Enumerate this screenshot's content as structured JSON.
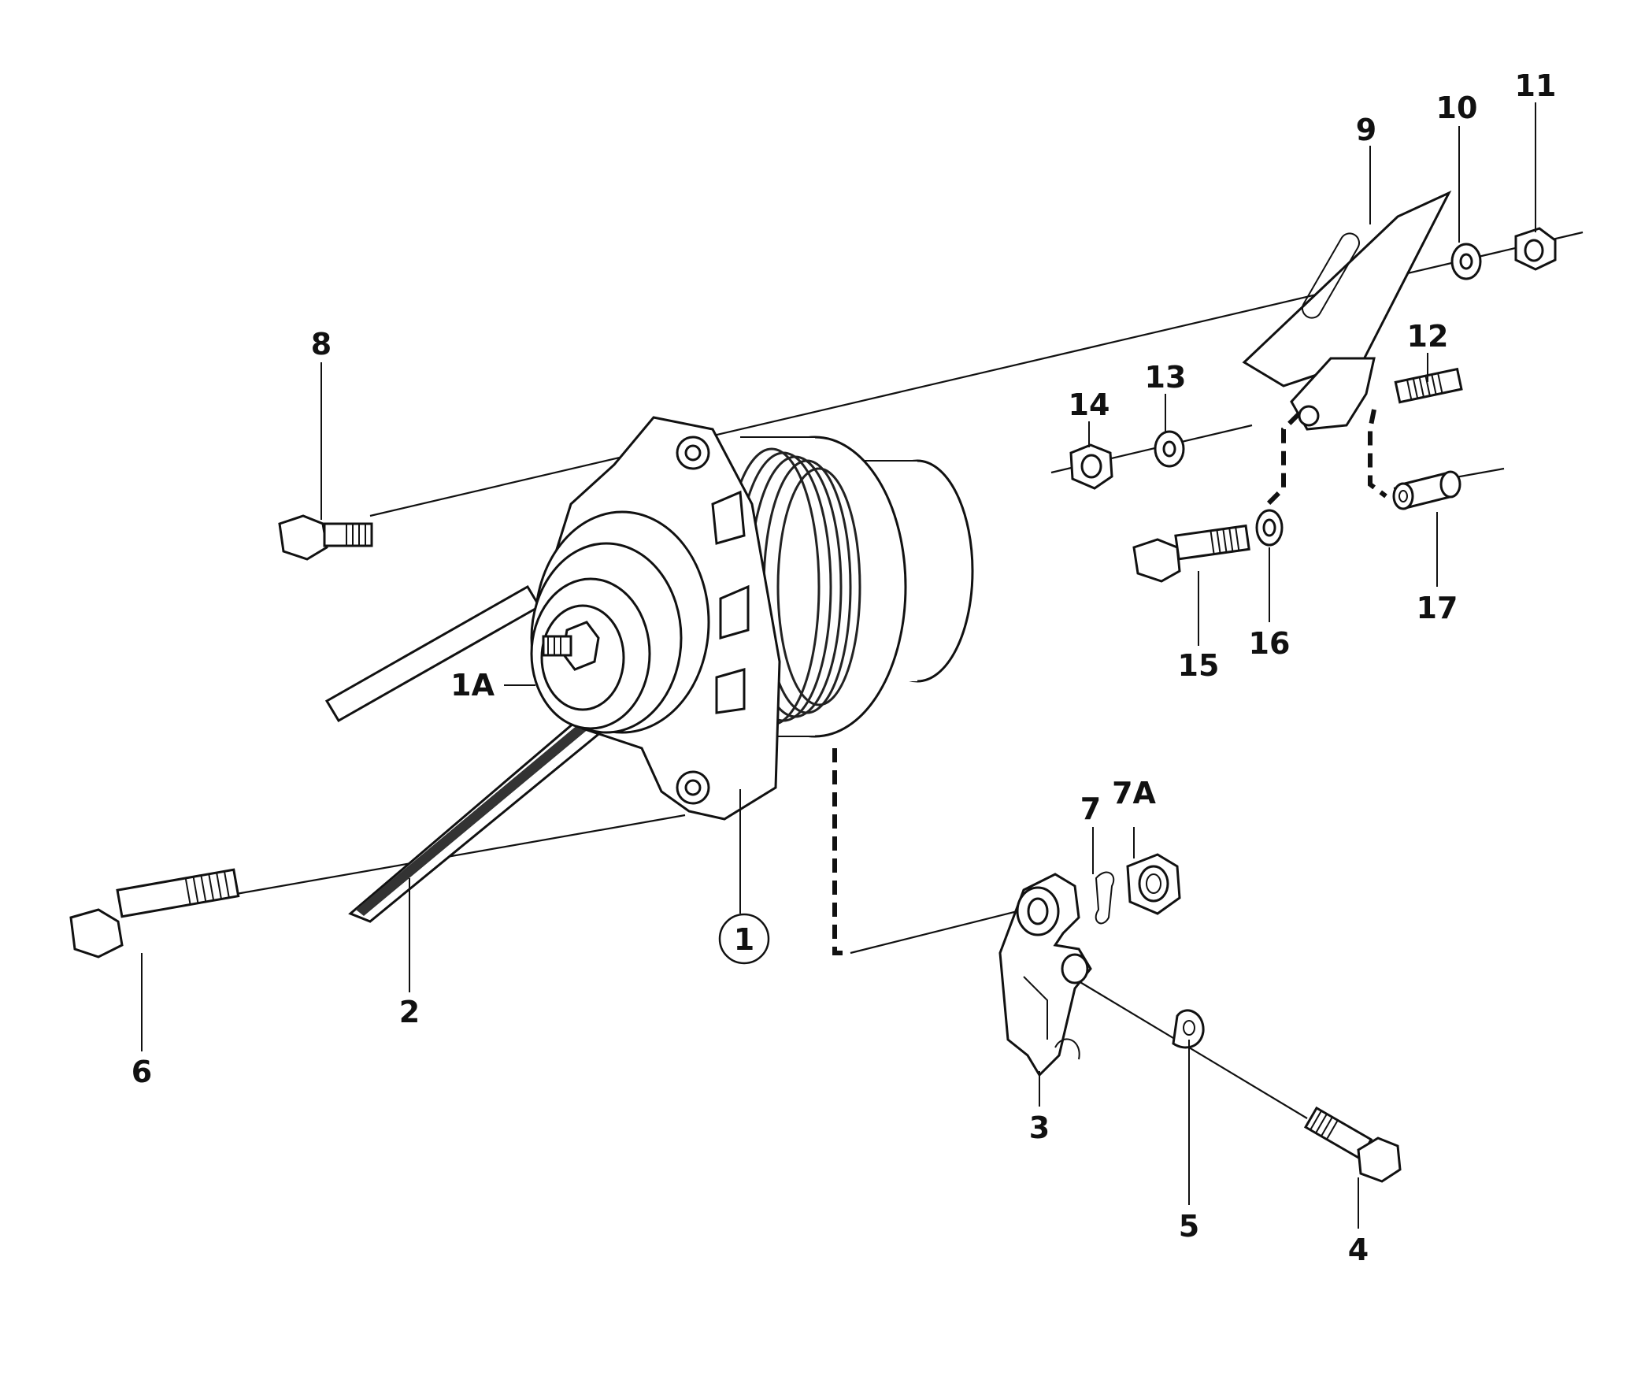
{
  "callouts": [
    "1",
    "1A",
    "2",
    "3",
    "4",
    "5",
    "6",
    "7",
    "7A",
    "8",
    "9",
    "10",
    "11",
    "12",
    "13",
    "14",
    "15",
    "16",
    "17"
  ]
}
